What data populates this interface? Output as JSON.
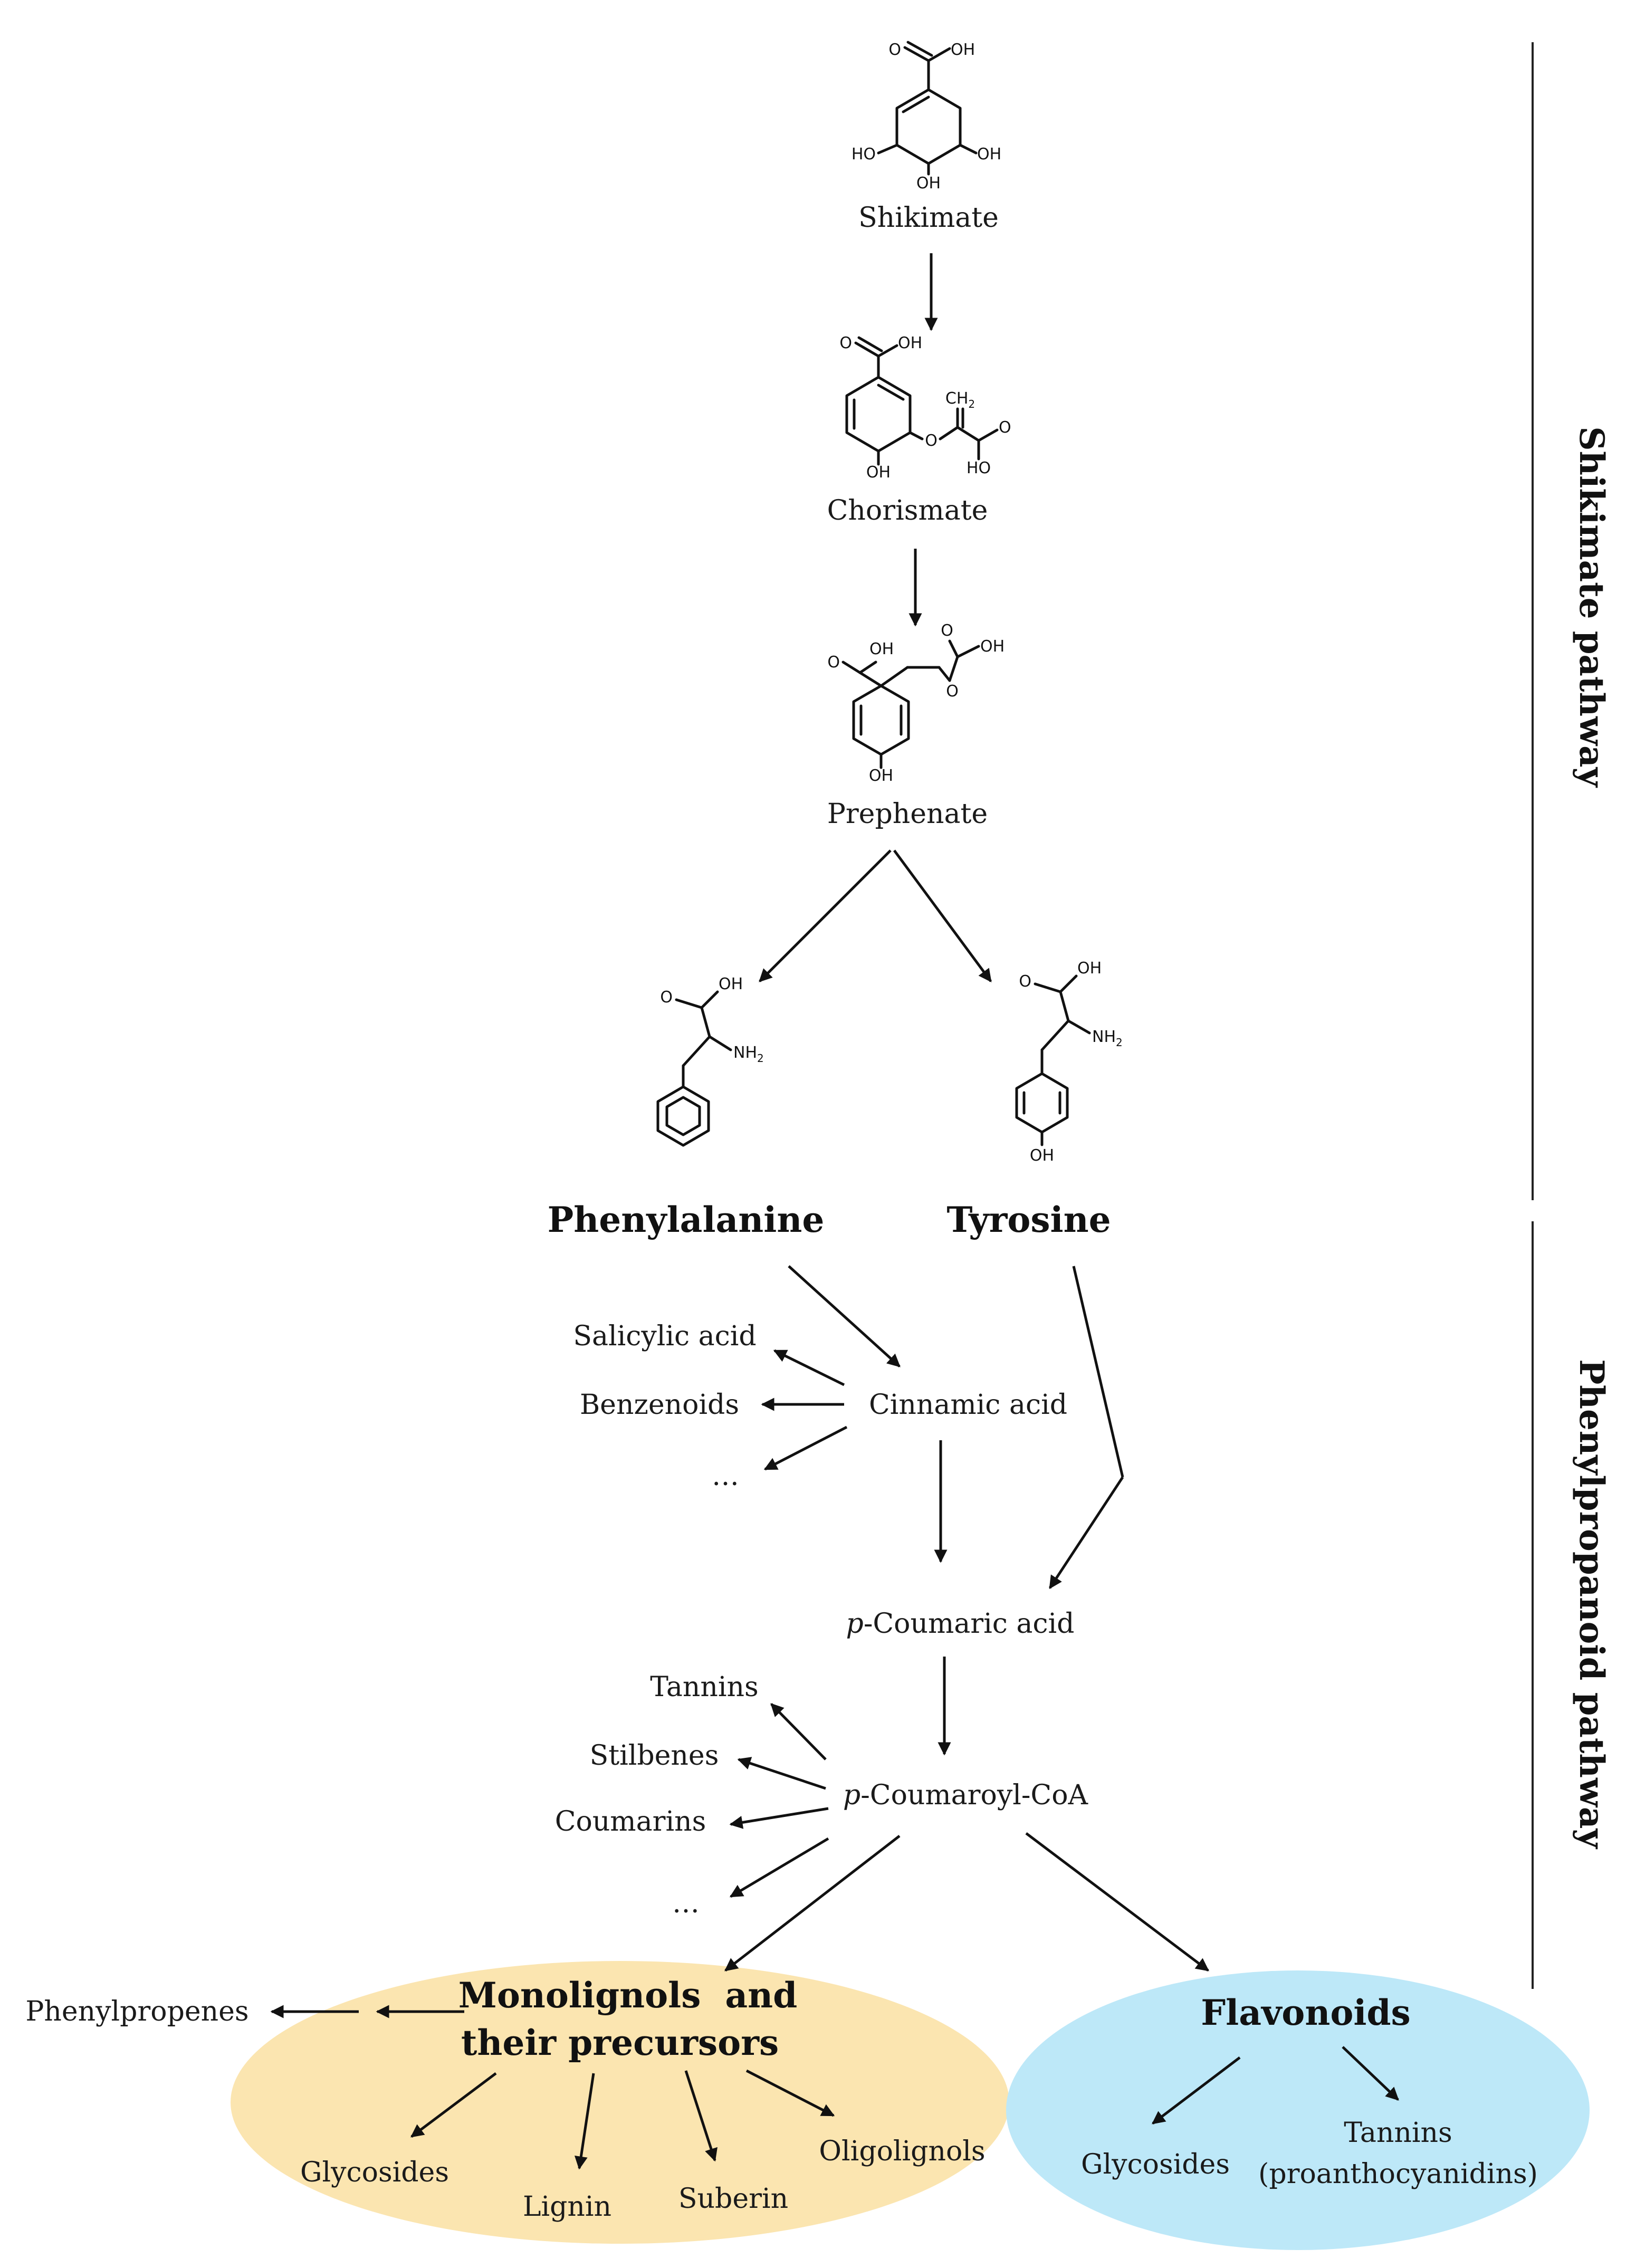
{
  "pathways": {
    "shikimate": "Shikimate pathway",
    "phenylpropanoid": "Phenylpropanoid pathway"
  },
  "compounds": {
    "shikimate": "Shikimate",
    "chorismate": "Chorismate",
    "prephenate": "Prephenate",
    "phenylalanine": "Phenylalanine",
    "tyrosine": "Tyrosine",
    "cinnamic_acid": "Cinnamic acid",
    "p_coumaric_acid": {
      "italic_prefix": "p",
      "rest": "-Coumaric acid"
    },
    "p_coumaroyl_coa": {
      "italic_prefix": "p",
      "rest": "-Coumaroyl-CoA"
    }
  },
  "cinnamic_branches": [
    "Salicylic acid",
    "Benzenoids",
    "…"
  ],
  "coumaroyl_branches": [
    "Tannins",
    "Stilbenes",
    "Coumarins",
    "…"
  ],
  "monolignols": {
    "title_line1": "Monolignols  and",
    "title_line2": "their precursors",
    "side_product": "Phenylpropenes",
    "products": [
      "Glycosides",
      "Lignin",
      "Suberin",
      "Oligolignols"
    ],
    "fill_color": "#fbe5b0"
  },
  "flavonoids": {
    "title": "Flavonoids",
    "products": [
      "Glycosides",
      "Tannins",
      "(proanthocyanidins)"
    ],
    "fill_color": "#bde8f8"
  },
  "chem_labels": {
    "oh": "OH",
    "ho": "HO",
    "o": "O",
    "ch2": "CH",
    "ch2_sub": "2",
    "nh2": "NH",
    "nh2_sub": "2"
  }
}
